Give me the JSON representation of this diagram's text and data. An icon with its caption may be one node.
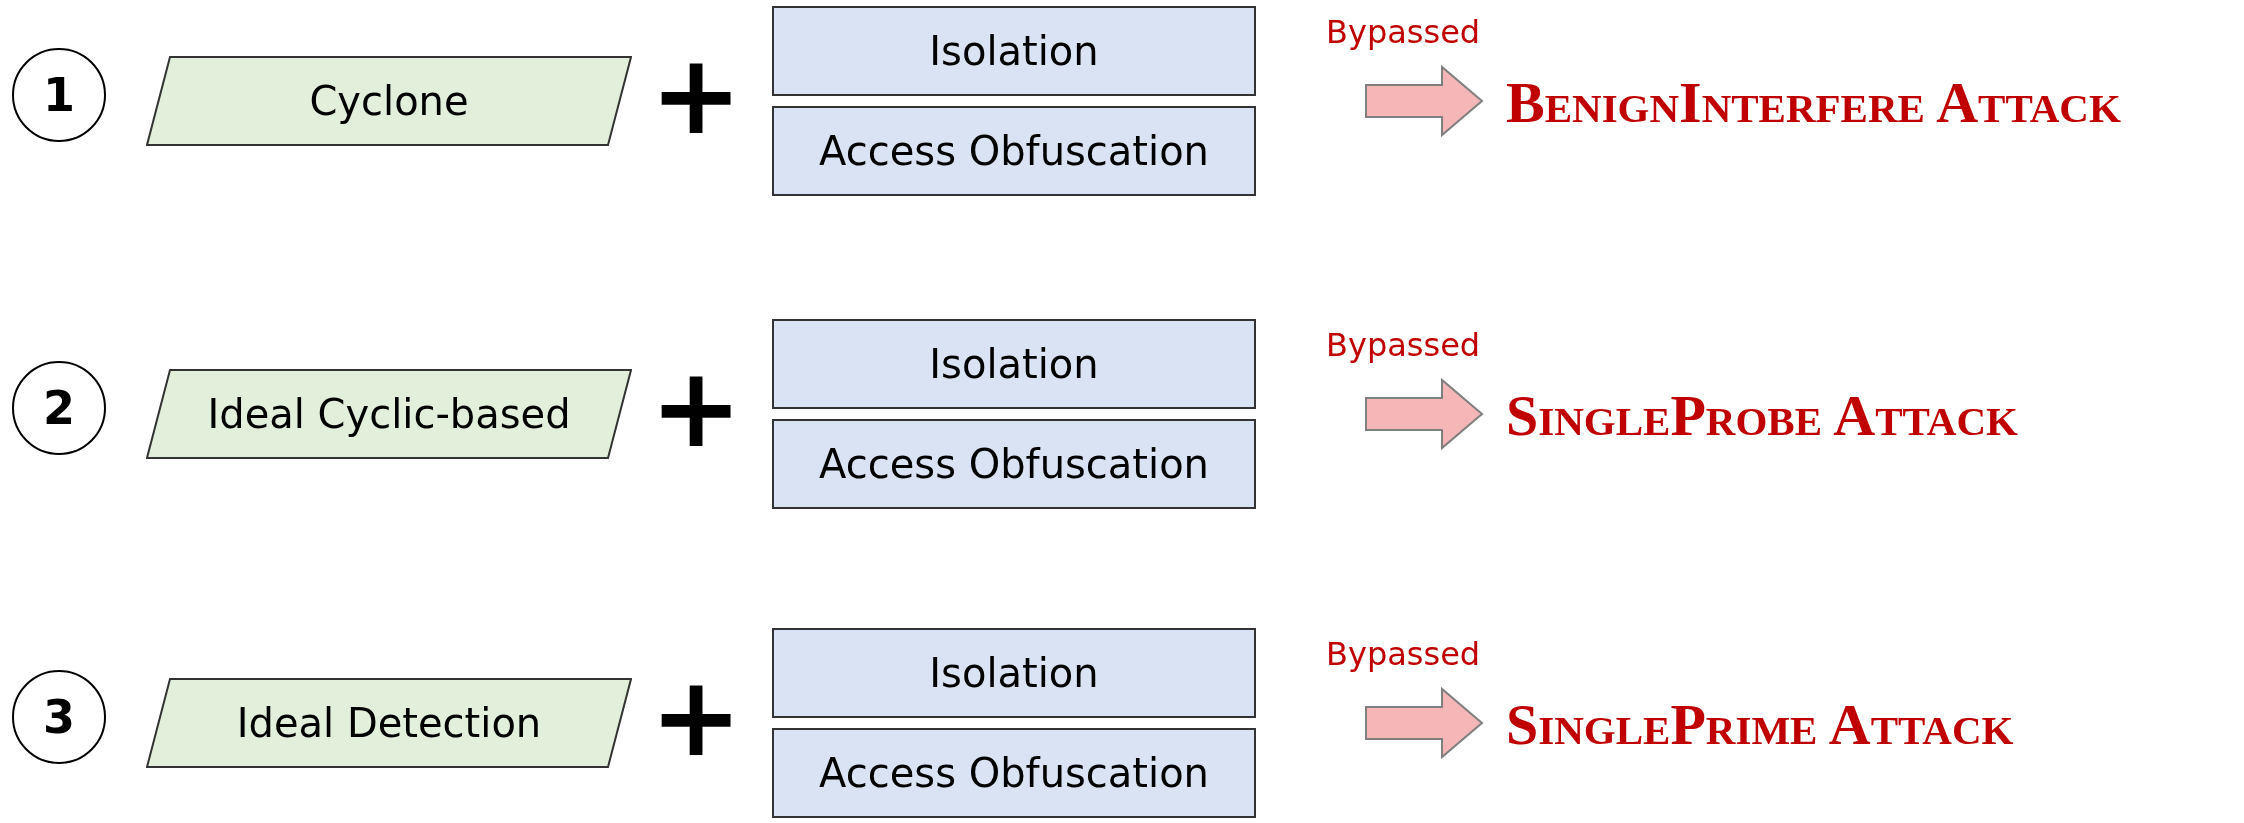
{
  "diagram": {
    "nodes": [
      {
        "text": [
          "1"
        ]
      },
      {
        "text": [
          "Cyclone"
        ]
      },
      {
        "text": [
          "Isolation"
        ]
      },
      {
        "text": [
          "Access Obfuscation"
        ]
      },
      {
        "text": [
          "BenignInterfere Attack"
        ]
      },
      {
        "text": [
          "2"
        ]
      },
      {
        "text": [
          "Ideal Cyclic-based"
        ]
      },
      {
        "text": [
          "Isolation"
        ]
      },
      {
        "text": [
          "Access Obfuscation"
        ]
      },
      {
        "text": [
          "SingleProbe Attack"
        ]
      },
      {
        "text": [
          "3"
        ]
      },
      {
        "text": [
          "Ideal Detection"
        ]
      },
      {
        "text": [
          "Isolation"
        ]
      },
      {
        "text": [
          "Access Obfuscation"
        ]
      },
      {
        "text": [
          "SinglePrime Attack"
        ]
      }
    ],
    "edges": [
      {
        "from": null,
        "to": 4,
        "arrow": "to",
        "label": "Bypassed"
      },
      {
        "from": null,
        "to": 9,
        "arrow": "to",
        "label": "Bypassed"
      },
      {
        "from": null,
        "to": 14,
        "arrow": "to",
        "label": "Bypassed"
      }
    ],
    "labels": [
      "+",
      "+",
      "+"
    ]
  }
}
